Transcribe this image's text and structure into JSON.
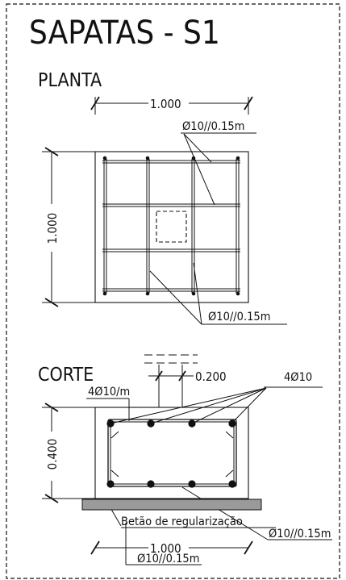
{
  "title": "SAPATAS - S1",
  "plan": {
    "heading": "PLANTA",
    "dim_width": "1.000",
    "dim_height": "1.000",
    "rebar_top_label": "Ø10//0.15m",
    "rebar_bottom_label": "Ø10//0.15m"
  },
  "section": {
    "heading": "CORTE",
    "column_width": "0.200",
    "stirrup_label": "4Ø10/m",
    "top_bars_label": "4Ø10",
    "height": "0.400",
    "blinding_label": "Betão de regularização",
    "rebar_right_label": "Ø10//0.15m",
    "dim_width": "1.000",
    "rebar_bottom_label": "Ø10//0.15m"
  },
  "colors": {
    "ink": "#111111",
    "blinding": "#9a9a9a"
  }
}
